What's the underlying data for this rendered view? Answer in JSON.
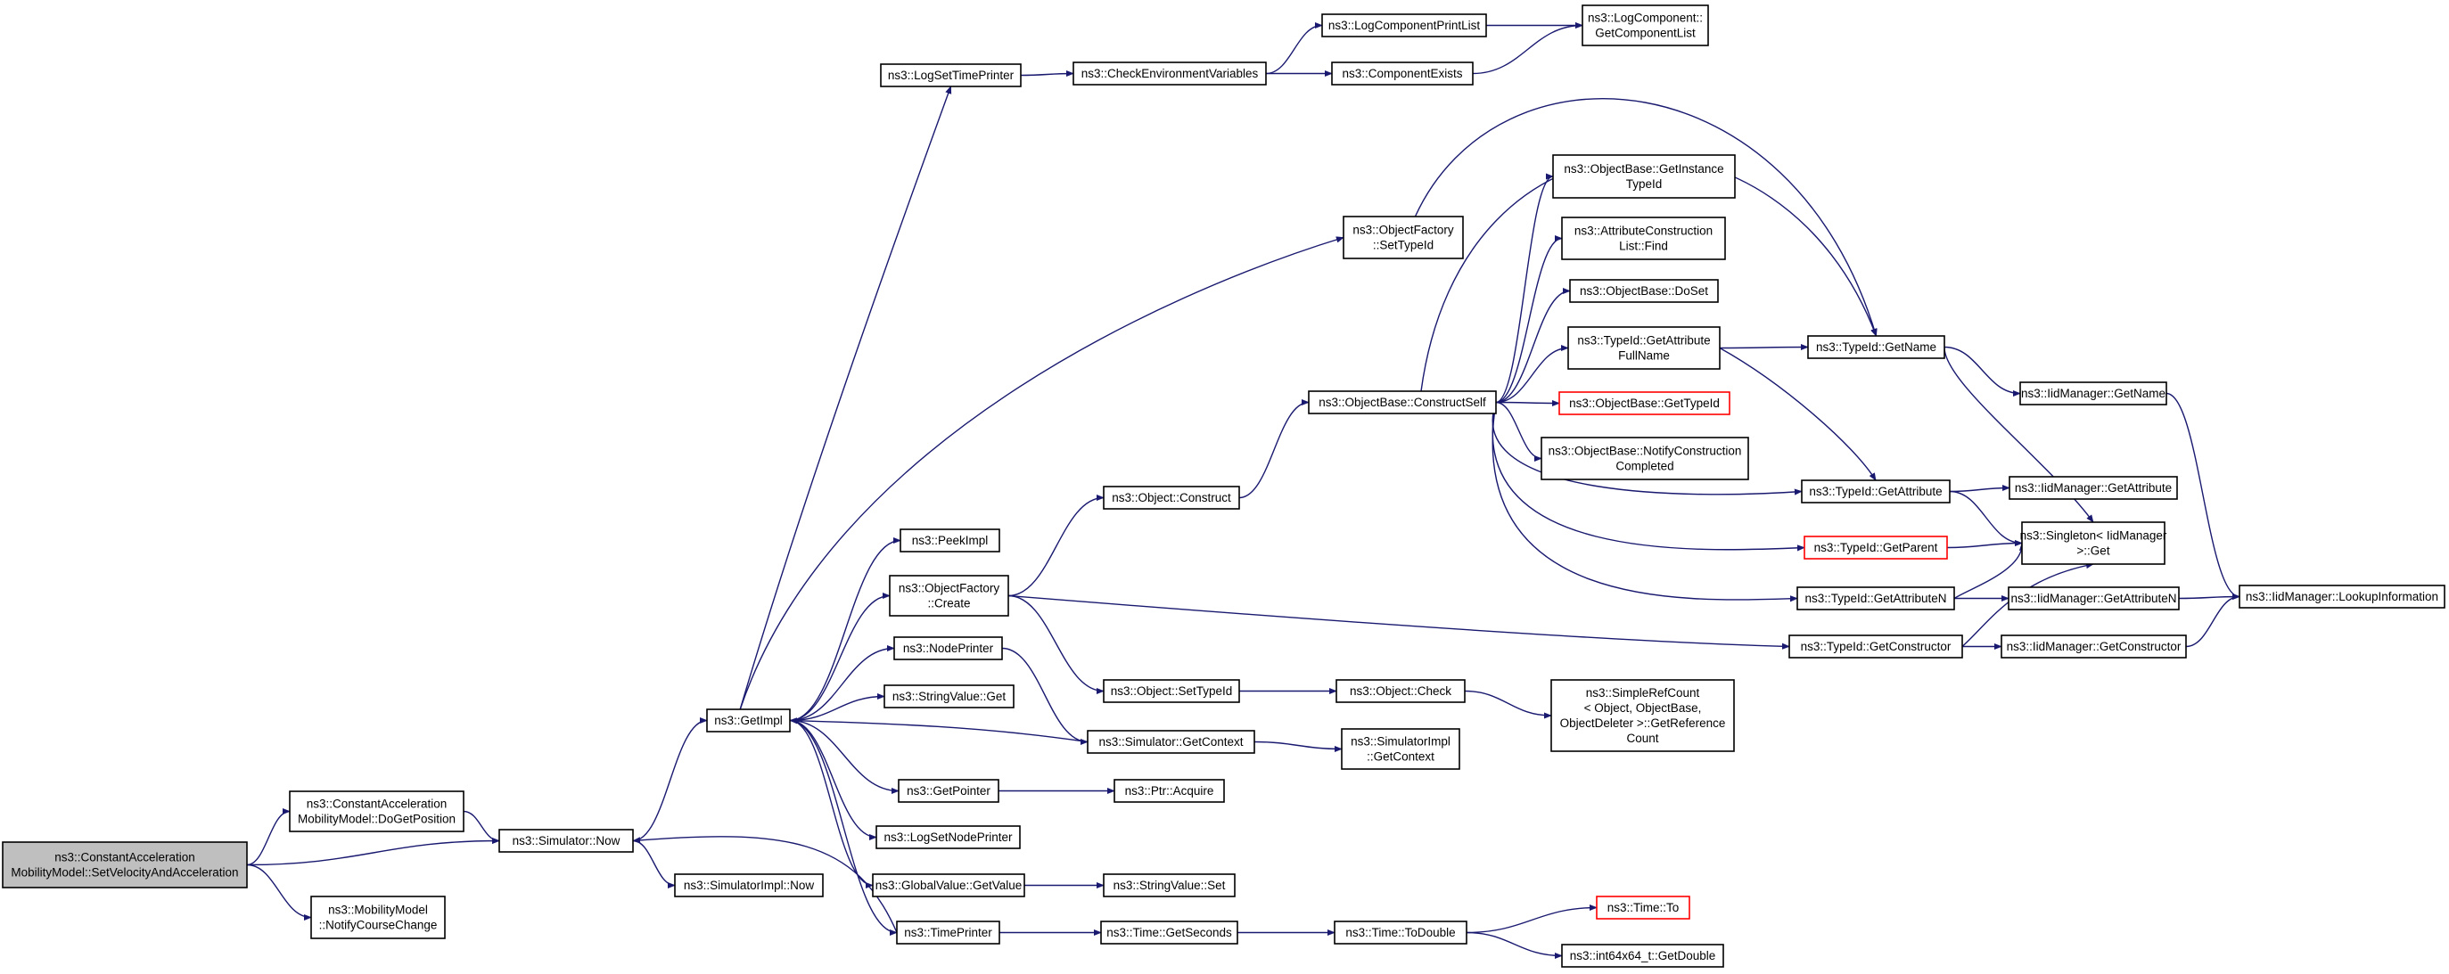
{
  "colors": {
    "edge": "#191970",
    "node_border": "#000000",
    "root_fill": "#bfbfbf",
    "missing_border": "#ff0000"
  },
  "nodes": [
    {
      "id": "root",
      "lines": [
        "ns3::ConstantAcceleration",
        "MobilityModel::SetVelocityAndAcceleration"
      ],
      "style": "root"
    },
    {
      "id": "dogetpos",
      "lines": [
        "ns3::ConstantAcceleration",
        "MobilityModel::DoGetPosition"
      ]
    },
    {
      "id": "notify",
      "lines": [
        "ns3::MobilityModel",
        "::NotifyCourseChange"
      ]
    },
    {
      "id": "simnow",
      "lines": [
        "ns3::Simulator::Now"
      ]
    },
    {
      "id": "simimplnow",
      "lines": [
        "ns3::SimulatorImpl::Now"
      ]
    },
    {
      "id": "getimpl",
      "lines": [
        "ns3::GetImpl"
      ]
    },
    {
      "id": "logsettime",
      "lines": [
        "ns3::LogSetTimePrinter"
      ]
    },
    {
      "id": "checkenv",
      "lines": [
        "ns3::CheckEnvironmentVariables"
      ]
    },
    {
      "id": "logprint",
      "lines": [
        "ns3::LogComponentPrintList"
      ]
    },
    {
      "id": "compexists",
      "lines": [
        "ns3::ComponentExists"
      ]
    },
    {
      "id": "getcomplist",
      "lines": [
        "ns3::LogComponent::",
        "GetComponentList"
      ]
    },
    {
      "id": "peekimpl",
      "lines": [
        "ns3::PeekImpl"
      ]
    },
    {
      "id": "ofcreate",
      "lines": [
        "ns3::ObjectFactory",
        "::Create"
      ]
    },
    {
      "id": "nodeprinter",
      "lines": [
        "ns3::NodePrinter"
      ]
    },
    {
      "id": "stringget",
      "lines": [
        "ns3::StringValue::Get"
      ]
    },
    {
      "id": "getpointer",
      "lines": [
        "ns3::GetPointer"
      ]
    },
    {
      "id": "logsetnode",
      "lines": [
        "ns3::LogSetNodePrinter"
      ]
    },
    {
      "id": "globalget",
      "lines": [
        "ns3::GlobalValue::GetValue"
      ]
    },
    {
      "id": "timeprinter",
      "lines": [
        "ns3::TimePrinter"
      ]
    },
    {
      "id": "objconstruct",
      "lines": [
        "ns3::Object::Construct"
      ]
    },
    {
      "id": "objsettypeid",
      "lines": [
        "ns3::Object::SetTypeId"
      ]
    },
    {
      "id": "simgetctx",
      "lines": [
        "ns3::Simulator::GetContext"
      ]
    },
    {
      "id": "ptracquire",
      "lines": [
        "ns3::Ptr::Acquire"
      ]
    },
    {
      "id": "stringset",
      "lines": [
        "ns3::StringValue::Set"
      ]
    },
    {
      "id": "timegetsec",
      "lines": [
        "ns3::Time::GetSeconds"
      ]
    },
    {
      "id": "ofsettypeid",
      "lines": [
        "ns3::ObjectFactory",
        "::SetTypeId"
      ]
    },
    {
      "id": "constructself",
      "lines": [
        "ns3::ObjectBase::ConstructSelf"
      ]
    },
    {
      "id": "objcheck",
      "lines": [
        "ns3::Object::Check"
      ]
    },
    {
      "id": "simimplctx",
      "lines": [
        "ns3::SimulatorImpl",
        "::GetContext"
      ]
    },
    {
      "id": "timetodouble",
      "lines": [
        "ns3::Time::ToDouble"
      ]
    },
    {
      "id": "getinstance",
      "lines": [
        "ns3::ObjectBase::GetInstance",
        "TypeId"
      ]
    },
    {
      "id": "attrfind",
      "lines": [
        "ns3::AttributeConstruction",
        "List::Find"
      ]
    },
    {
      "id": "doset",
      "lines": [
        "ns3::ObjectBase::DoSet"
      ]
    },
    {
      "id": "getattrfull",
      "lines": [
        "ns3::TypeId::GetAttribute",
        "FullName"
      ]
    },
    {
      "id": "obgettypeid",
      "lines": [
        "ns3::ObjectBase::GetTypeId"
      ],
      "style": "red"
    },
    {
      "id": "notifyconst",
      "lines": [
        "ns3::ObjectBase::NotifyConstruction",
        "Completed"
      ]
    },
    {
      "id": "simpleref",
      "lines": [
        "ns3::SimpleRefCount",
        "< Object, ObjectBase,",
        " ObjectDeleter >::GetReference",
        "Count"
      ]
    },
    {
      "id": "timeto",
      "lines": [
        "ns3::Time::To"
      ],
      "style": "red"
    },
    {
      "id": "getdouble",
      "lines": [
        "ns3::int64x64_t::GetDouble"
      ]
    },
    {
      "id": "tgetname",
      "lines": [
        "ns3::TypeId::GetName"
      ]
    },
    {
      "id": "tgetattr",
      "lines": [
        "ns3::TypeId::GetAttribute"
      ]
    },
    {
      "id": "tgetparent",
      "lines": [
        "ns3::TypeId::GetParent"
      ],
      "style": "red"
    },
    {
      "id": "tgetattrn",
      "lines": [
        "ns3::TypeId::GetAttributeN"
      ]
    },
    {
      "id": "tgetctor",
      "lines": [
        "ns3::TypeId::GetConstructor"
      ]
    },
    {
      "id": "iidgetname",
      "lines": [
        "ns3::IidManager::GetName"
      ]
    },
    {
      "id": "iidgetattr",
      "lines": [
        "ns3::IidManager::GetAttribute"
      ]
    },
    {
      "id": "singleton",
      "lines": [
        "ns3::Singleton< IidManager",
        " >::Get"
      ]
    },
    {
      "id": "iidgetattrn",
      "lines": [
        "ns3::IidManager::GetAttributeN"
      ]
    },
    {
      "id": "iidgetctor",
      "lines": [
        "ns3::IidManager::GetConstructor"
      ]
    },
    {
      "id": "lookup",
      "lines": [
        "ns3::IidManager::LookupInformation"
      ]
    }
  ],
  "edges": [
    [
      "root",
      "dogetpos"
    ],
    [
      "root",
      "simnow"
    ],
    [
      "root",
      "notify"
    ],
    [
      "dogetpos",
      "simnow"
    ],
    [
      "simnow",
      "getimpl"
    ],
    [
      "simnow",
      "simimplnow"
    ],
    [
      "getimpl",
      "logsettime"
    ],
    [
      "getimpl",
      "ofsettypeid"
    ],
    [
      "getimpl",
      "peekimpl"
    ],
    [
      "getimpl",
      "ofcreate"
    ],
    [
      "getimpl",
      "nodeprinter"
    ],
    [
      "getimpl",
      "stringget"
    ],
    [
      "getimpl",
      "getpointer"
    ],
    [
      "getimpl",
      "logsetnode"
    ],
    [
      "getimpl",
      "globalget"
    ],
    [
      "getimpl",
      "timeprinter"
    ],
    [
      "logsettime",
      "checkenv"
    ],
    [
      "checkenv",
      "logprint"
    ],
    [
      "checkenv",
      "compexists"
    ],
    [
      "logprint",
      "getcomplist"
    ],
    [
      "compexists",
      "getcomplist"
    ],
    [
      "ofcreate",
      "objconstruct"
    ],
    [
      "ofcreate",
      "objsettypeid"
    ],
    [
      "ofcreate",
      "tgetctor"
    ],
    [
      "nodeprinter",
      "simgetctx"
    ],
    [
      "simgetctx",
      "getimpl"
    ],
    [
      "simgetctx",
      "simimplctx"
    ],
    [
      "getpointer",
      "ptracquire"
    ],
    [
      "globalget",
      "stringset"
    ],
    [
      "timeprinter",
      "simnow"
    ],
    [
      "timeprinter",
      "timegetsec"
    ],
    [
      "objconstruct",
      "constructself"
    ],
    [
      "objsettypeid",
      "objcheck"
    ],
    [
      "objcheck",
      "simpleref"
    ],
    [
      "timegetsec",
      "timetodouble"
    ],
    [
      "timetodouble",
      "timeto"
    ],
    [
      "timetodouble",
      "getdouble"
    ],
    [
      "ofsettypeid",
      "tgetname"
    ],
    [
      "constructself",
      "getinstance"
    ],
    [
      "constructself",
      "attrfind"
    ],
    [
      "constructself",
      "doset"
    ],
    [
      "constructself",
      "getattrfull"
    ],
    [
      "constructself",
      "obgettypeid"
    ],
    [
      "constructself",
      "notifyconst"
    ],
    [
      "constructself",
      "tgetname"
    ],
    [
      "constructself",
      "tgetattr"
    ],
    [
      "constructself",
      "tgetparent"
    ],
    [
      "constructself",
      "tgetattrn"
    ],
    [
      "getattrfull",
      "tgetname"
    ],
    [
      "getattrfull",
      "tgetattr"
    ],
    [
      "tgetname",
      "iidgetname"
    ],
    [
      "tgetname",
      "singleton"
    ],
    [
      "tgetattr",
      "iidgetattr"
    ],
    [
      "tgetattr",
      "singleton"
    ],
    [
      "tgetparent",
      "singleton"
    ],
    [
      "tgetattrn",
      "iidgetattrn"
    ],
    [
      "tgetattrn",
      "singleton"
    ],
    [
      "tgetctor",
      "iidgetctor"
    ],
    [
      "tgetctor",
      "singleton"
    ],
    [
      "iidgetname",
      "lookup"
    ],
    [
      "iidgetattrn",
      "lookup"
    ],
    [
      "iidgetctor",
      "lookup"
    ]
  ]
}
